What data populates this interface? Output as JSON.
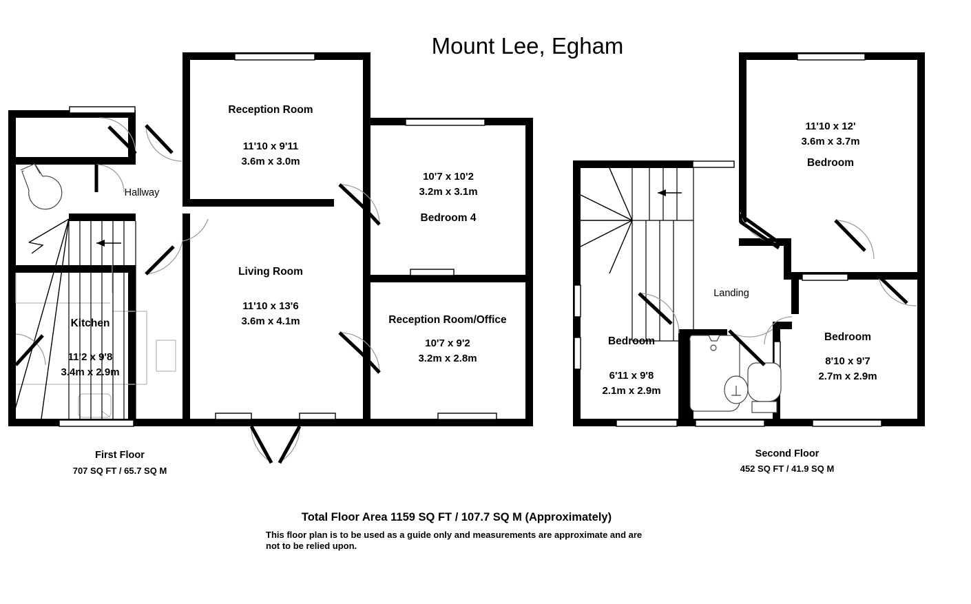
{
  "title": "Mount Lee, Egham",
  "colors": {
    "wall": "#000000",
    "background": "#ffffff",
    "fixture_stroke": "#444444",
    "faint_stroke": "#b8b8b8"
  },
  "floors": [
    {
      "id": "first-floor",
      "name": "First Floor",
      "area": "707 SQ FT / 65.7 SQ M",
      "rooms": [
        {
          "id": "reception-room",
          "name": "Reception Room",
          "dim_imperial": "11'10 x 9'11",
          "dim_metric": "3.6m x 3.0m"
        },
        {
          "id": "bedroom-4",
          "name": "Bedroom 4",
          "dim_imperial": "10'7 x 10'2",
          "dim_metric": "3.2m x 3.1m"
        },
        {
          "id": "living-room",
          "name": "Living Room",
          "dim_imperial": "11'10 x 13'6",
          "dim_metric": "3.6m x 4.1m"
        },
        {
          "id": "reception-room-office",
          "name": "Reception Room/Office",
          "dim_imperial": "10'7 x 9'2",
          "dim_metric": "3.2m x 2.8m"
        },
        {
          "id": "kitchen",
          "name": "Kitchen",
          "dim_imperial": "11'2 x 9'8",
          "dim_metric": "3.4m x 2.9m"
        },
        {
          "id": "hallway",
          "name": "Hallway",
          "dim_imperial": "",
          "dim_metric": ""
        }
      ]
    },
    {
      "id": "second-floor",
      "name": "Second Floor",
      "area": "452 SQ FT / 41.9 SQ M",
      "rooms": [
        {
          "id": "bedroom-master",
          "name": "Bedroom",
          "dim_imperial": "11'10 x 12'",
          "dim_metric": "3.6m x 3.7m"
        },
        {
          "id": "bedroom-small",
          "name": "Bedroom",
          "dim_imperial": "6'11 x 9'8",
          "dim_metric": "2.1m x 2.9m"
        },
        {
          "id": "bedroom-third",
          "name": "Bedroom",
          "dim_imperial": "8'10 x 9'7",
          "dim_metric": "2.7m x 2.9m"
        },
        {
          "id": "landing",
          "name": "Landing",
          "dim_imperial": "",
          "dim_metric": ""
        }
      ]
    }
  ],
  "footer": {
    "total_area": "Total Floor Area 1159 SQ FT / 107.7 SQ M (Approximately)",
    "disclaimer_line1": "This floor plan is to be used as a guide only and measurements are approximate and are",
    "disclaimer_line2": "not to be relied upon."
  },
  "icons": {
    "stair_direction_first": "up-arrow-icon",
    "stair_direction_second": "up-arrow-icon",
    "wc_toilet": "toilet-icon",
    "bathroom_tub": "bathtub-icon",
    "bathroom_sink": "sink-icon",
    "bathroom_toilet": "toilet-icon"
  }
}
